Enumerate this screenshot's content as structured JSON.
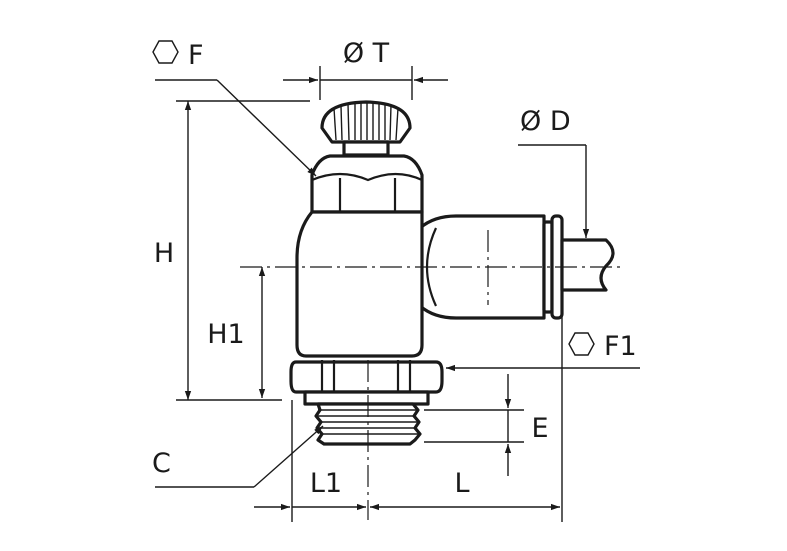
{
  "labels": {
    "hex_f": "F",
    "diameter_t": "Ø T",
    "diameter_d": "Ø D",
    "h": "H",
    "h1": "H1",
    "hex_f1": "F1",
    "e": "E",
    "c": "C",
    "l1": "L1",
    "l": "L"
  },
  "colors": {
    "line": "#1a1a1a",
    "background": "#ffffff"
  }
}
